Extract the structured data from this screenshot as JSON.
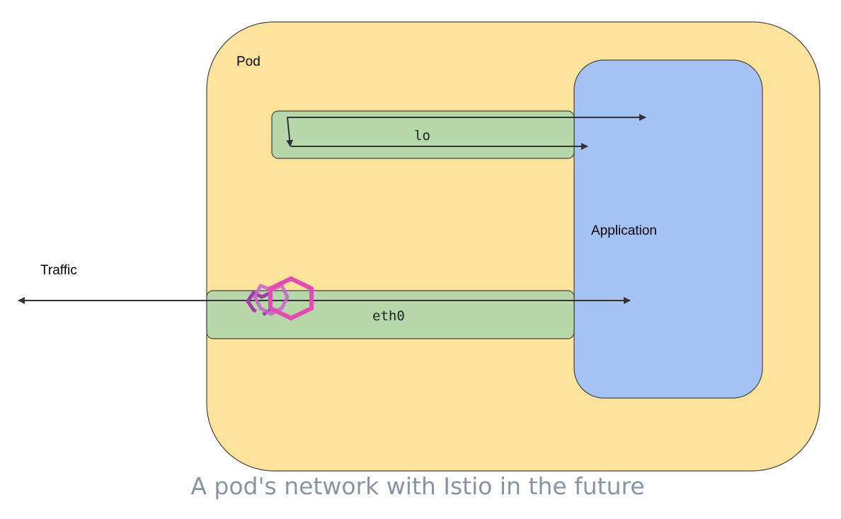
{
  "colors": {
    "pod": "#fde39c",
    "application": "#a4c2f4",
    "interface": "#b6d7a8",
    "stroke": "#444444",
    "arrow": "#333333",
    "icon_dark": "#a23ba6",
    "icon_mid": "#c764c8",
    "icon_bright": "#e24bb1",
    "caption": "#8a93a3"
  },
  "diagram": {
    "pod_label": "Pod",
    "application_label": "Application",
    "loopback_label": "lo",
    "ethernet_label": "eth0",
    "traffic_label": "Traffic",
    "sidecar_icon": "envoy-hexagon-icon"
  },
  "caption": "A pod's network with Istio in the future"
}
